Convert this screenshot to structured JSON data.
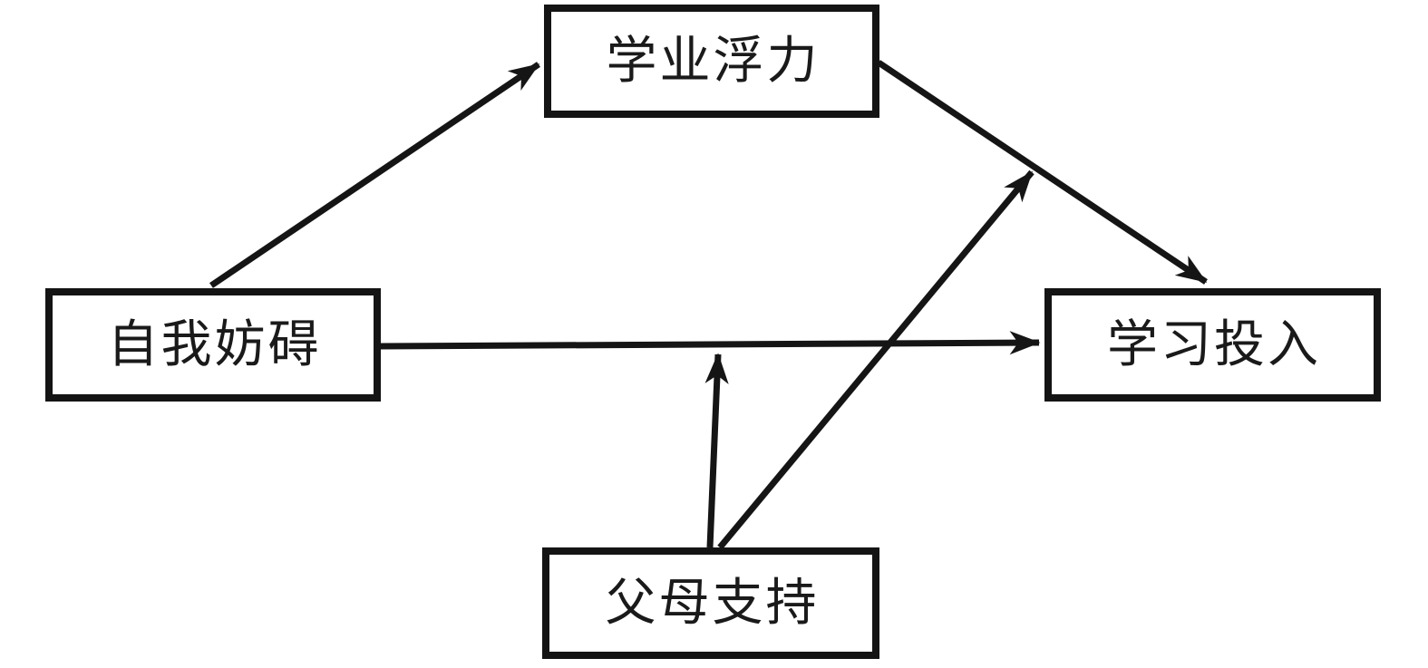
{
  "diagram": {
    "type": "path-model",
    "background_color": "#ffffff",
    "ink_color": "#151515",
    "nodes": [
      {
        "id": "academic-buoyancy",
        "label": "学业浮力",
        "position": "top-center"
      },
      {
        "id": "self-handicapping",
        "label": "自我妨碍",
        "position": "middle-left"
      },
      {
        "id": "learning-engagement",
        "label": "学习投入",
        "position": "middle-right"
      },
      {
        "id": "parental-support",
        "label": "父母支持",
        "position": "bottom-center"
      }
    ],
    "edges": [
      {
        "from": "self-handicapping",
        "to": "academic-buoyancy",
        "kind": "direct-arrow"
      },
      {
        "from": "academic-buoyancy",
        "to": "learning-engagement",
        "kind": "direct-arrow"
      },
      {
        "from": "self-handicapping",
        "to": "learning-engagement",
        "kind": "direct-arrow"
      },
      {
        "from": "parental-support",
        "to": "path:self-handicapping->learning-engagement",
        "kind": "moderation-arrow"
      },
      {
        "from": "parental-support",
        "to": "path:academic-buoyancy->learning-engagement",
        "kind": "moderation-arrow"
      }
    ]
  }
}
